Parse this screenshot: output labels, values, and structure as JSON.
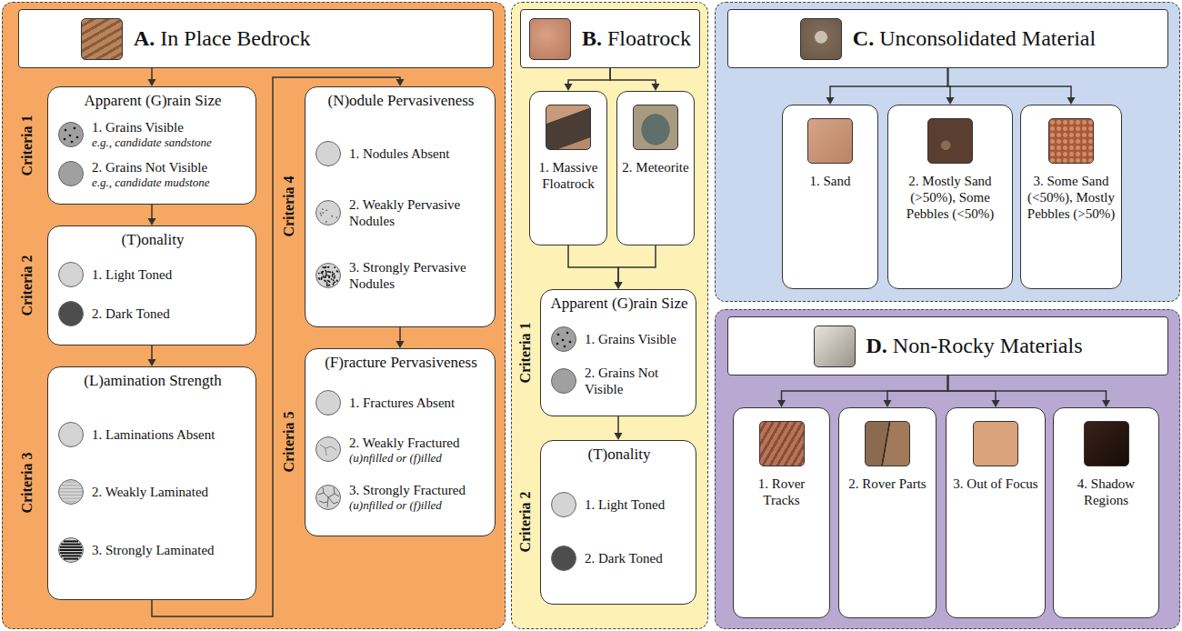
{
  "diagram": {
    "nodes": [
      {
        "text": [
          "A.",
          "In Place Bedrock"
        ]
      },
      {
        "text": [
          "Apparent (G)rain Size",
          "1. Grains Visible",
          "e.g., candidate sandstone",
          "2. Grains Not Visible",
          "e.g., candidate mudstone"
        ]
      },
      {
        "text": [
          "(T)onality",
          "1. Light Toned",
          "2. Dark Toned"
        ]
      },
      {
        "text": [
          "(L)amination Strength",
          "1. Laminations Absent",
          "2. Weakly Laminated",
          "3. Strongly Laminated"
        ]
      },
      {
        "text": [
          "(N)odule Pervasiveness",
          "1. Nodules Absent",
          "2. Weakly Pervasive Nodules",
          "3. Strongly Pervasive Nodules"
        ]
      },
      {
        "text": [
          "(F)racture Pervasiveness",
          "1. Fractures Absent",
          "2. Weakly Fractured",
          "(u)nfilled or (f)illed",
          "3. Strongly Fractured",
          "(u)nfilled or (f)illed"
        ]
      },
      {
        "text": [
          "B.",
          "Floatrock"
        ]
      },
      {
        "text": [
          "1. Massive Floatrock"
        ]
      },
      {
        "text": [
          "2. Meteorite"
        ]
      },
      {
        "text": [
          "Apparent (G)rain Size",
          "1. Grains Visible",
          "2. Grains Not Visible"
        ]
      },
      {
        "text": [
          "(T)onality",
          "1. Light Toned",
          "2. Dark Toned"
        ]
      },
      {
        "text": [
          "C.",
          "Unconsolidated Material"
        ]
      },
      {
        "text": [
          "1. Sand"
        ]
      },
      {
        "text": [
          "2. Mostly Sand (>50%), Some Pebbles (<50%)"
        ]
      },
      {
        "text": [
          "3. Some Sand (<50%), Mostly Pebbles (>50%)"
        ]
      },
      {
        "text": [
          "D.",
          "Non-Rocky Materials"
        ]
      },
      {
        "text": [
          "1. Rover Tracks"
        ]
      },
      {
        "text": [
          "2. Rover Parts"
        ]
      },
      {
        "text": [
          "3. Out of Focus"
        ]
      },
      {
        "text": [
          "4. Shadow Regions"
        ]
      }
    ],
    "edges": [
      {
        "from": 0,
        "to": 1,
        "arrow": "to"
      },
      {
        "from": 1,
        "to": 2,
        "arrow": "to"
      },
      {
        "from": 2,
        "to": 3,
        "arrow": "to"
      },
      {
        "from": 3,
        "to": 4,
        "arrow": "to"
      },
      {
        "from": 4,
        "to": 5,
        "arrow": "to"
      },
      {
        "from": 6,
        "to": 7,
        "arrow": "to"
      },
      {
        "from": 6,
        "to": 8,
        "arrow": "to"
      },
      {
        "from": 7,
        "to": 9,
        "arrow": "to"
      },
      {
        "from": 8,
        "to": 9,
        "arrow": "to"
      },
      {
        "from": 9,
        "to": 10,
        "arrow": "to"
      },
      {
        "from": 11,
        "to": 12,
        "arrow": "to"
      },
      {
        "from": 11,
        "to": 13,
        "arrow": "to"
      },
      {
        "from": 11,
        "to": 14,
        "arrow": "to"
      },
      {
        "from": 15,
        "to": 16,
        "arrow": "to"
      },
      {
        "from": 15,
        "to": 17,
        "arrow": "to"
      },
      {
        "from": 15,
        "to": 18,
        "arrow": "to"
      },
      {
        "from": 15,
        "to": 19,
        "arrow": "to"
      }
    ],
    "labels": [
      "Criteria 1",
      "Criteria 2",
      "Criteria 3",
      "Criteria 4",
      "Criteria 5",
      "Criteria 1",
      "Criteria 2"
    ]
  }
}
